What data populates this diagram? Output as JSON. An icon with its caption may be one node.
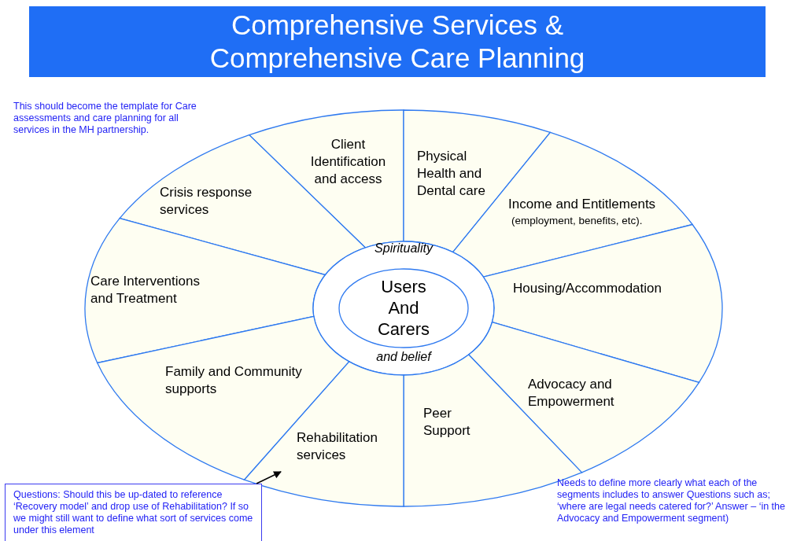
{
  "diagram": {
    "title": "Comprehensive Services & Comprehensive Care Planning",
    "nodes": [
      {
        "text": [
          "Client Identification and access"
        ]
      },
      {
        "text": [
          "Physical Health and Dental care"
        ]
      },
      {
        "text": [
          "Crisis response services"
        ]
      },
      {
        "text": [
          "Income and Entitlements",
          "(employment, benefits, etc)."
        ]
      },
      {
        "text": [
          "Care Interventions and Treatment"
        ]
      },
      {
        "text": [
          "Spirituality",
          "and belief"
        ]
      },
      {
        "text": [
          "Users And Carers"
        ],
        "in": 5
      },
      {
        "text": [
          "Housing/Accommodation"
        ]
      },
      {
        "text": [
          "Family and Community supports"
        ]
      },
      {
        "text": [
          "Advocacy and Empowerment"
        ]
      },
      {
        "text": [
          "Peer Support"
        ]
      },
      {
        "text": [
          "Rehabilitation services"
        ]
      },
      {
        "text": [
          "Questions: Should this be up-dated to reference ‘Recovery model’ and drop use of Rehabilitation? If so we might still want to define what sort of services come under this element"
        ]
      }
    ],
    "edges": [
      {
        "from": 12,
        "to": 11,
        "arrow": "to"
      }
    ],
    "labels": [
      "This should become the template for Care assessments and care planning for all services in the MH partnership.",
      "Needs to define more clearly what each of the  segments includes to answer Questions such as;  ‘where are legal needs catered for?’ Answer – ‘in the Advocacy and Empowerment segment)"
    ]
  }
}
